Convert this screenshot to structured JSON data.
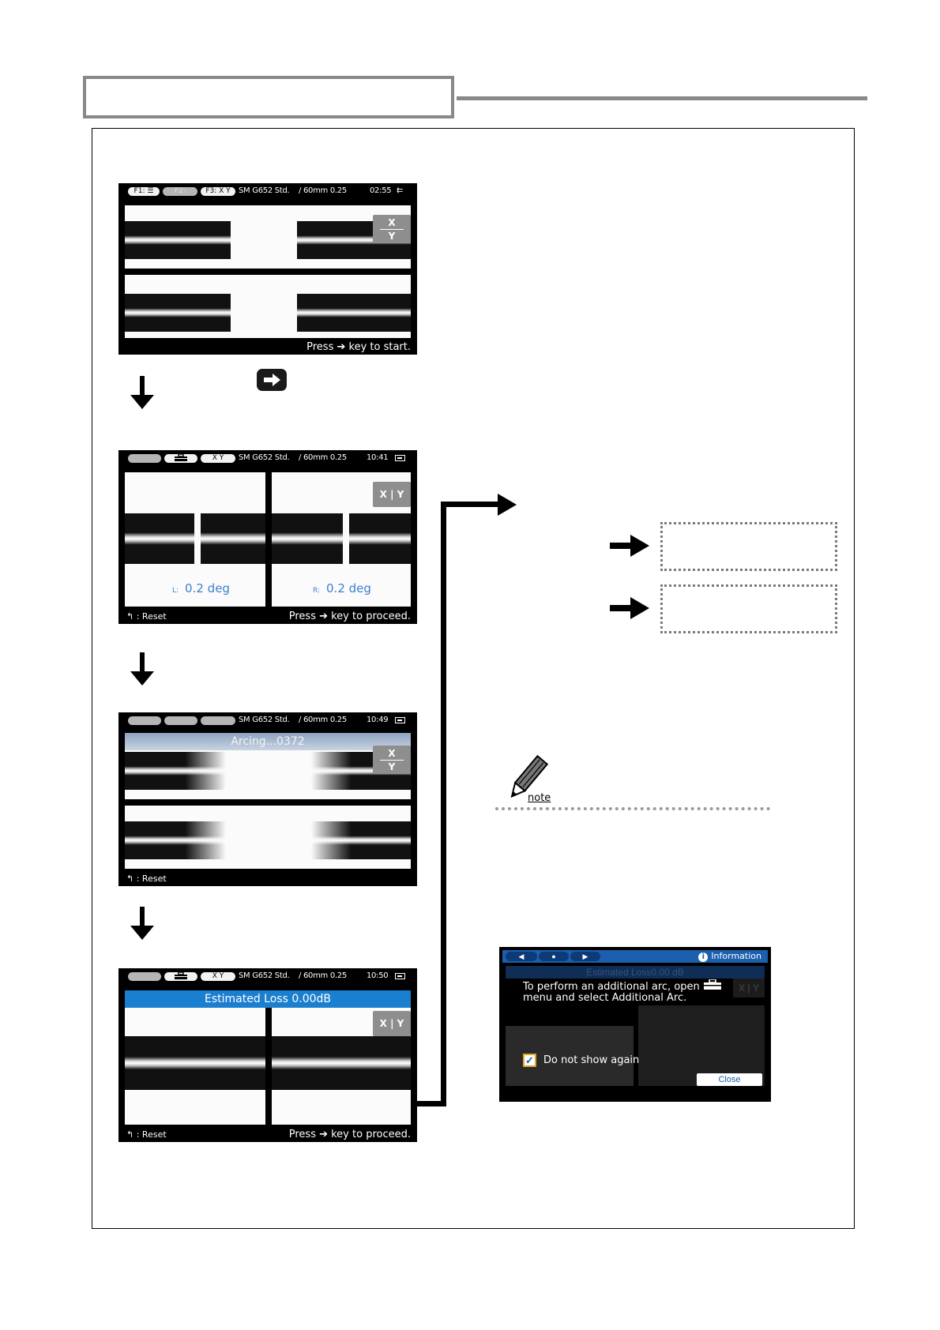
{
  "screen1": {
    "f1": "F1:",
    "f2": "F2:",
    "f3": "F3: X Y",
    "fiber": "SM G652 Std.",
    "cleave": "/ 60mm 0.25",
    "time": "02:55",
    "xy_x": "X",
    "xy_y": "Y",
    "status": "Press ➔ key to start."
  },
  "screen2": {
    "xy": "X Y",
    "fiber": "SM G652 Std.",
    "cleave": "/ 60mm 0.25",
    "time": "10:41",
    "xy_x": "X",
    "xy_y": "Y",
    "left_label": "L:",
    "left_angle": "0.2 deg",
    "right_label": "R:",
    "right_angle": "0.2 deg",
    "reset": "↰ : Reset",
    "status": "Press ➔ key to proceed."
  },
  "screen3": {
    "fiber": "SM G652 Std.",
    "cleave": "/ 60mm 0.25",
    "time": "10:49",
    "banner": "Arcing...0372",
    "xy_x": "X",
    "xy_y": "Y",
    "reset": "↰ : Reset"
  },
  "screen4": {
    "xy": "X Y",
    "fiber": "SM G652 Std.",
    "cleave": "/ 60mm 0.25",
    "time": "10:50",
    "banner": "Estimated Loss 0.00dB",
    "xy_x": "X",
    "xy_y": "Y",
    "reset": "↰ : Reset",
    "status": "Press ➔ key to proceed."
  },
  "note": {
    "label": "note"
  },
  "dialog": {
    "title": "Information",
    "background_text": "Estimated Loss0.00 dB",
    "message": "To perform an additional arc, open menu and select Additional Arc.",
    "checkbox_label": "Do not show again",
    "checked": true,
    "close_label": "Close"
  },
  "colors": {
    "accent_blue": "#1b5fae",
    "angle_blue": "#3c7fd0",
    "frame_grey": "#888888"
  },
  "icons": [
    "right-arrow-key-icon",
    "toolbox-icon",
    "battery-icon",
    "info-icon",
    "pencil-note-icon",
    "reset-arrow-icon"
  ]
}
